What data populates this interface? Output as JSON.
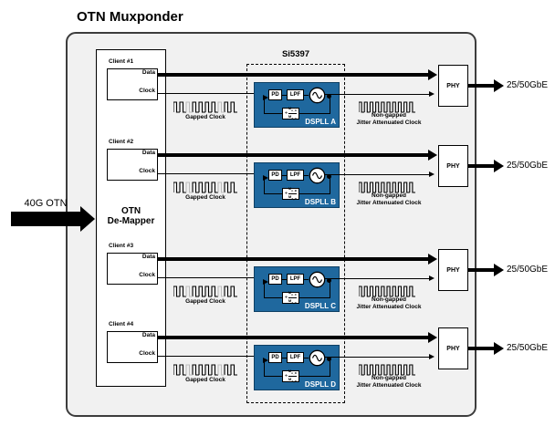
{
  "title": "OTN Muxponder",
  "input": {
    "label": "40G OTN"
  },
  "demapper": {
    "line1": "OTN",
    "line2": "De-Mapper"
  },
  "chip": {
    "label": "Si5397"
  },
  "rows": [
    {
      "client": "Client #1",
      "data_label": "Data",
      "clock_label": "Clock",
      "gapped_label": "Gapped Clock",
      "pd": "PD",
      "lpf": "LPF",
      "divider": {
        "sym": "÷",
        "num_base": "M",
        "num_sub": "n_A",
        "den_base": "M",
        "den_sub": "d_A"
      },
      "dspll": "DSPLL A",
      "nongap_line1": "Non-gapped",
      "nongap_line2": "Jitter Attenuated Clock",
      "phy": "PHY",
      "output": "25/50GbE"
    },
    {
      "client": "Client #2",
      "data_label": "Data",
      "clock_label": "Clock",
      "gapped_label": "Gapped Clock",
      "pd": "PD",
      "lpf": "LPF",
      "divider": {
        "sym": "÷",
        "num_base": "M",
        "num_sub": "n_B",
        "den_base": "M",
        "den_sub": "d_B"
      },
      "dspll": "DSPLL B",
      "nongap_line1": "Non-gapped",
      "nongap_line2": "Jitter Attenuated Clock",
      "phy": "PHY",
      "output": "25/50GbE"
    },
    {
      "client": "Client #3",
      "data_label": "Data",
      "clock_label": "Clock",
      "gapped_label": "Gapped Clock",
      "pd": "PD",
      "lpf": "LPF",
      "divider": {
        "sym": "÷",
        "num_base": "M",
        "num_sub": "n_C",
        "den_base": "M",
        "den_sub": "d_C"
      },
      "dspll": "DSPLL C",
      "nongap_line1": "Non-gapped",
      "nongap_line2": "Jitter Attenuated Clock",
      "phy": "PHY",
      "output": "25/50GbE"
    },
    {
      "client": "Client #4",
      "data_label": "Data",
      "clock_label": "Clock",
      "gapped_label": "Gapped Clock",
      "pd": "PD",
      "lpf": "LPF",
      "divider": {
        "sym": "÷",
        "num_base": "M",
        "num_sub": "n_D",
        "den_base": "M",
        "den_sub": "d_D"
      },
      "dspll": "DSPLL D",
      "nongap_line1": "Non-gapped",
      "nongap_line2": "Jitter Attenuated Clock",
      "phy": "PHY",
      "output": "25/50GbE"
    }
  ],
  "colors": {
    "dspll_blue": "#1f689e",
    "dspll_border": "#0e3f63",
    "panel_bg": "#f1f1f1",
    "panel_border": "#3c3c3c",
    "gap_grey": "#bdbdbd"
  }
}
